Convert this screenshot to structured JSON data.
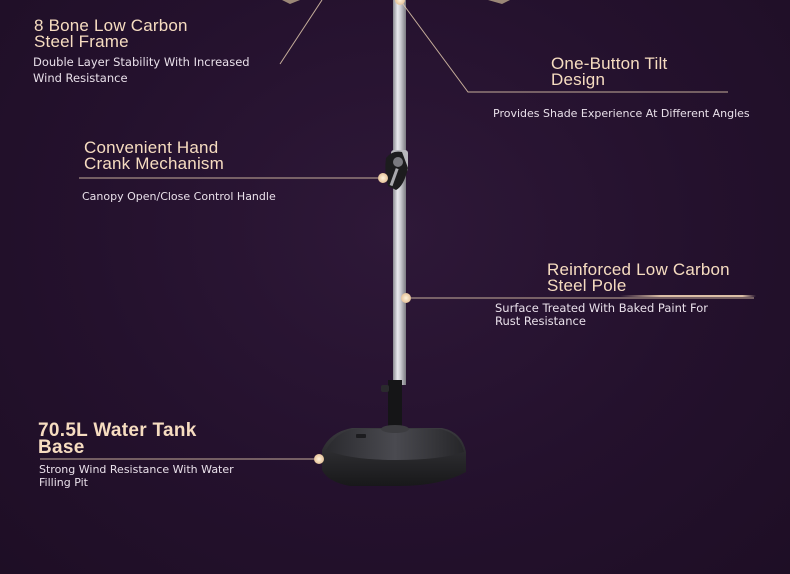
{
  "features": [
    {
      "title_lines": [
        "8 Bone Low Carbon",
        "Steel Frame"
      ],
      "desc_lines": [
        "Double Layer Stability With Increased",
        "Wind Resistance"
      ]
    },
    {
      "title_lines": [
        "One-Button Tilt",
        "Design"
      ],
      "desc_lines": [
        "Provides Shade Experience At Different Angles"
      ]
    },
    {
      "title_lines": [
        "Convenient Hand",
        "Crank Mechanism"
      ],
      "desc_lines": [
        "Canopy Open/Close Control Handle"
      ]
    },
    {
      "title_lines": [
        "Reinforced Low Carbon",
        "Steel Pole"
      ],
      "desc_lines": [
        "Surface Treated With Baked Paint For",
        "Rust Resistance"
      ]
    },
    {
      "title_lines": [
        "70.5L Water Tank",
        "Base"
      ],
      "desc_lines": [
        "Strong Wind Resistance With Water",
        "Filling Pit"
      ]
    }
  ],
  "colors": {
    "background": "#24112d",
    "title_text": "#f6dcc0",
    "description_text": "#e9e0ea",
    "callout_dot": "#f0d2a8"
  }
}
